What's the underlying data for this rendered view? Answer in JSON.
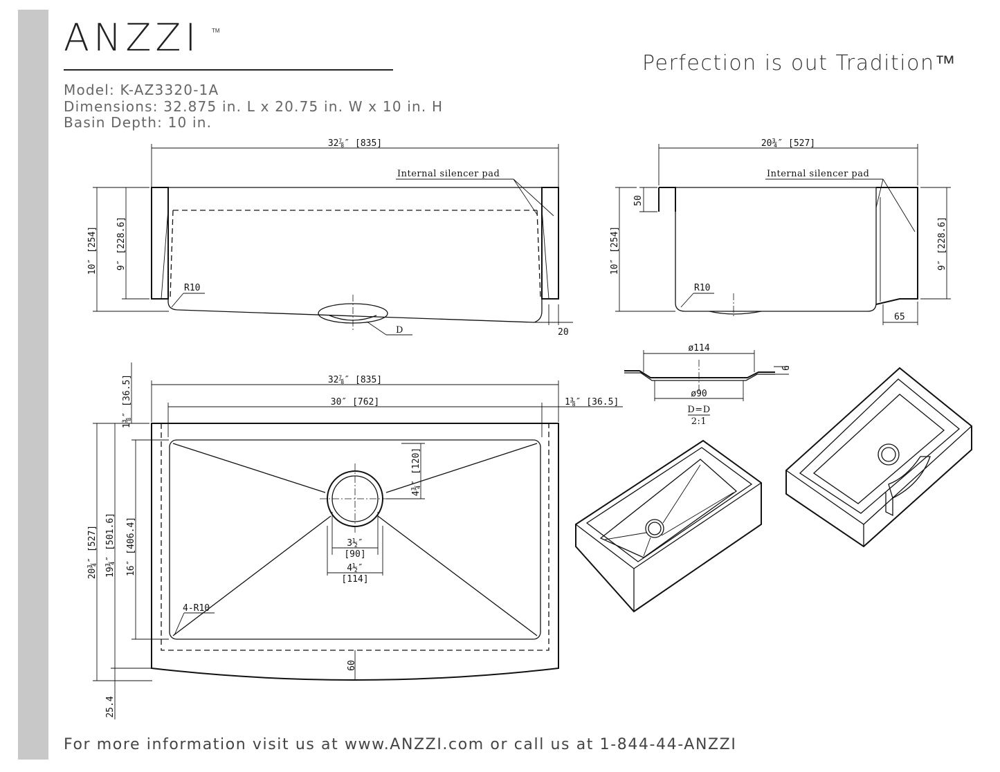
{
  "brand": {
    "logo": "ANZZI",
    "tm": "TM",
    "tagline": "Perfection is out Tradition™"
  },
  "specs": {
    "model": "Model: K-AZ3320-1A",
    "dimensions": "Dimensions: 32.875 in. L x 20.75 in. W x 10 in. H",
    "basin_depth": "Basin Depth: 10 in."
  },
  "front_view": {
    "width": "32⅞″ [835]",
    "height": "10″ [254]",
    "inner_height": "9″ [228.6]",
    "silencer": "Internal silencer pad",
    "radius": "R10",
    "detail": "D",
    "lip": "20"
  },
  "side_view": {
    "width": "20¾″ [527]",
    "height": "10″ [254]",
    "inner_height": "9″ [228.6]",
    "silencer": "Internal silencer pad",
    "radius": "R10",
    "flange": "50",
    "apron": "65"
  },
  "drain_detail": {
    "outer": "ø114",
    "inner": "ø90",
    "thickness": "6",
    "label": "D=D",
    "scale": "2:1"
  },
  "top_view": {
    "overall_width": "32⅞″ [835]",
    "bowl_width": "30″ [762]",
    "left_margin": "1⅜″ [36.5]",
    "right_margin": "1⅜″ [36.5]",
    "depth": "20¾″ [527]",
    "depth_inner": "19¾″ [501.6]",
    "bowl_depth": "16″ [406.4]",
    "drain_offset": "4¾″ [120]",
    "drain_inner_in": "3½″",
    "drain_inner_mm": "[90]",
    "drain_outer_in": "4½″",
    "drain_outer_mm": "[114]",
    "corner_radius": "4-R10",
    "apron_curve": "60",
    "bottom_offset": "25.4"
  },
  "footer": "For more information visit us at www.ANZZI.com or call us at 1-844-44-ANZZI"
}
